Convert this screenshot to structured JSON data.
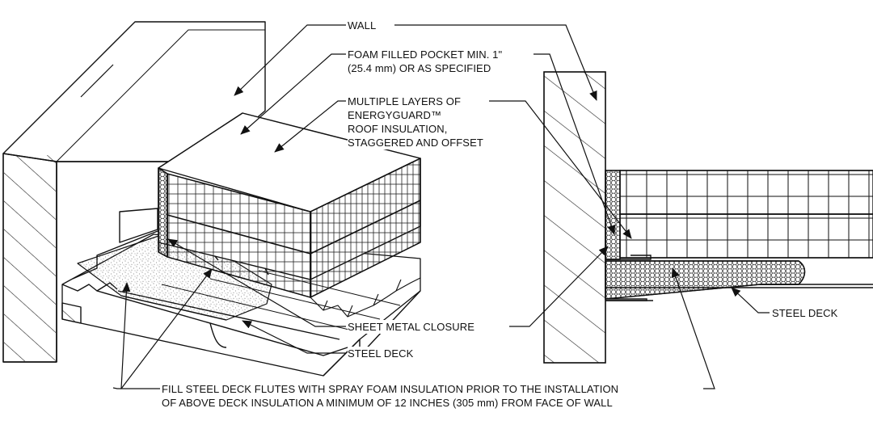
{
  "labels": {
    "wall": "WALL",
    "foam_pocket": [
      "FOAM FILLED POCKET MIN. 1\"",
      "(25.4  mm) OR AS SPECIFIED"
    ],
    "insulation": [
      "MULTIPLE LAYERS OF",
      "ENERGYGUARD™",
      "ROOF INSULATION,",
      "STAGGERED AND OFFSET"
    ],
    "closure": "SHEET METAL CLOSURE",
    "steel_deck_left": "STEEL DECK",
    "steel_deck_right": "STEEL DECK",
    "footnote": [
      "FILL STEEL DECK FLUTES WITH SPRAY FOAM INSULATION PRIOR TO THE INSTALLATION",
      "OF ABOVE DECK INSULATION A MINIMUM OF 12 INCHES (305 mm) FROM FACE OF WALL"
    ]
  }
}
